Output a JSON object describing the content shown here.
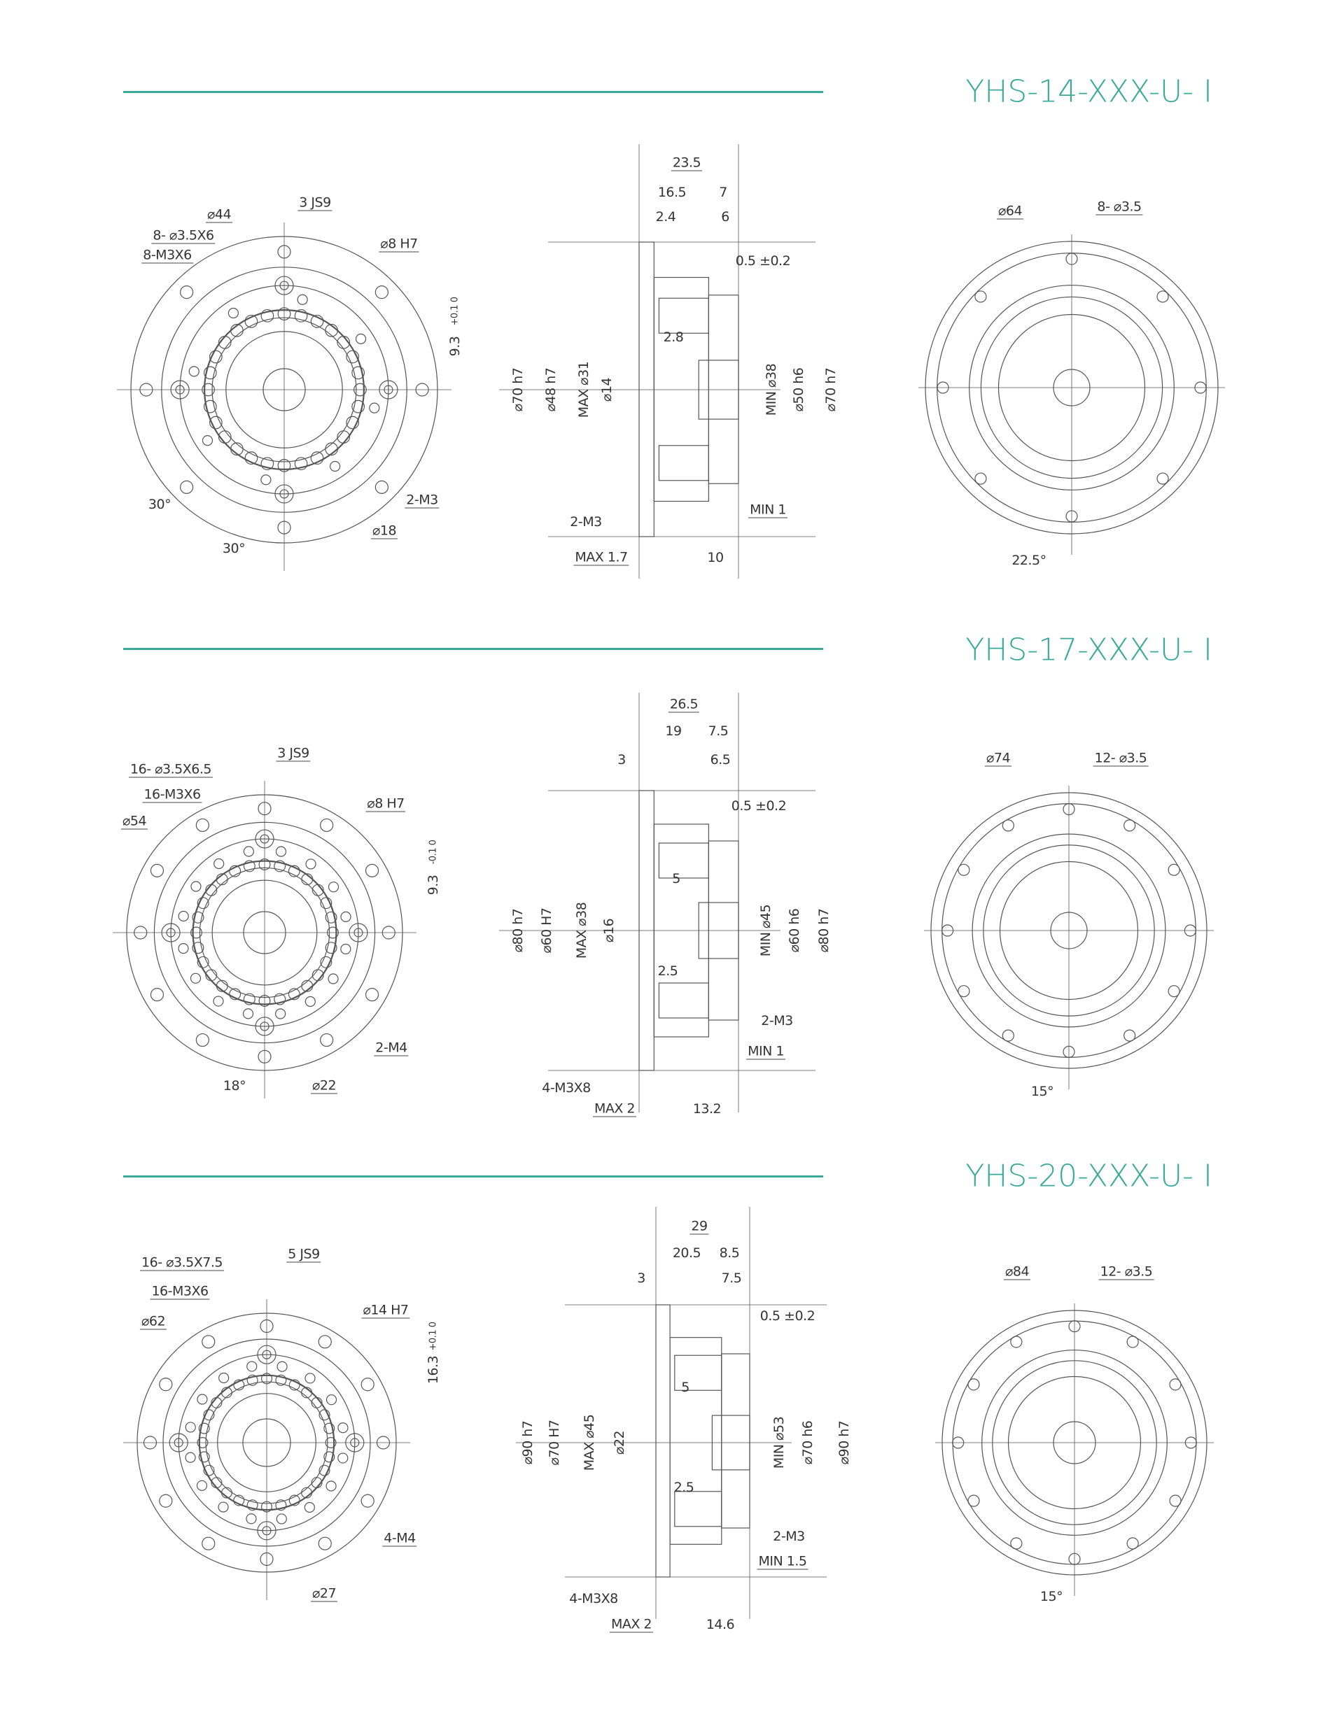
{
  "theme": {
    "accent": "#3aa99a",
    "line": "#555555"
  },
  "sections": [
    {
      "title": "YHS-14-XXX-U- I",
      "front": [
        "3 JS9",
        "⌀44",
        "8- ⌀3.5X6",
        "8-M3X6",
        "⌀8 H7",
        "9.3",
        "+0.1 0",
        "2-M3",
        "⌀18",
        "30°",
        "30°"
      ],
      "side": [
        "23.5",
        "16.5",
        "7",
        "2.4",
        "6",
        "0.5  ±0.2",
        "2.8",
        "⌀70 h7",
        "⌀48 h7",
        "MAX ⌀31",
        "⌀14",
        "MIN ⌀38",
        "⌀50 h6",
        "⌀70 h7",
        "2-M3",
        "MIN 1",
        "MAX 1.7",
        "10"
      ],
      "back": [
        "⌀64",
        "8- ⌀3.5",
        "22.5°"
      ]
    },
    {
      "title": "YHS-17-XXX-U- I",
      "front": [
        "3 JS9",
        "16- ⌀3.5X6.5",
        "16-M3X6",
        "⌀54",
        "⌀8 H7",
        "9.3",
        "-0.1 0",
        "2-M4",
        "⌀22",
        "18°"
      ],
      "side": [
        "26.5",
        "19",
        "7.5",
        "3",
        "6.5",
        "0.5  ±0.2",
        "5",
        "2.5",
        "⌀80 h7",
        "⌀60 H7",
        "MAX ⌀38",
        "⌀16",
        "MIN ⌀45",
        "⌀60 h6",
        "⌀80 h7",
        "2-M3",
        "MIN 1",
        "4-M3X8",
        "MAX 2",
        "13.2"
      ],
      "back": [
        "⌀74",
        "12- ⌀3.5",
        "15°"
      ]
    },
    {
      "title": "YHS-20-XXX-U- I",
      "front": [
        "5 JS9",
        "16- ⌀3.5X7.5",
        "16-M3X6",
        "⌀62",
        "⌀14 H7",
        "16.3",
        "+0.1 0",
        "4-M4",
        "⌀27"
      ],
      "side": [
        "29",
        "20.5",
        "8.5",
        "3",
        "7.5",
        "0.5  ±0.2",
        "5",
        "2.5",
        "⌀90 h7",
        "⌀70 H7",
        "MAX ⌀45",
        "⌀22",
        "MIN ⌀53",
        "⌀70 h6",
        "⌀90 h7",
        "2-M3",
        "MIN 1.5",
        "4-M3X8",
        "MAX 2",
        "14.6"
      ],
      "back": [
        "⌀84",
        "12- ⌀3.5",
        "15°"
      ]
    }
  ]
}
